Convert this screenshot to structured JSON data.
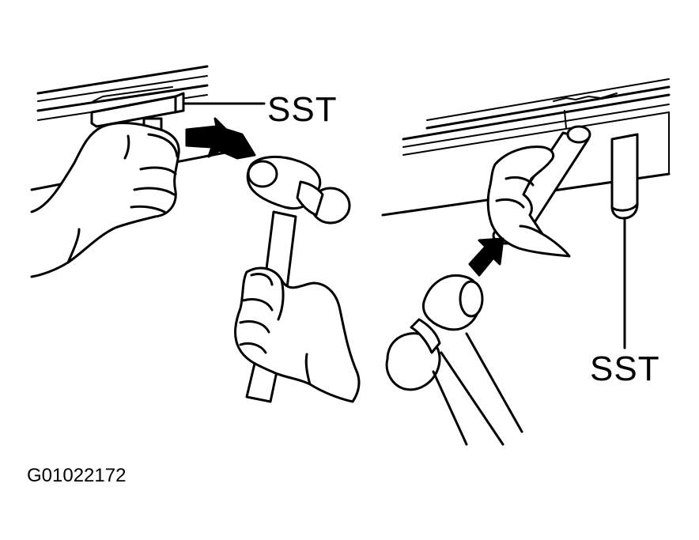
{
  "labels": {
    "sst_left": "SST",
    "sst_right": "SST",
    "figure_code": "G01022172"
  },
  "colors": {
    "ink": "#000000",
    "paper": "#ffffff"
  },
  "icons": {
    "left_arrow": "arrow-right-icon",
    "right_arrow": "arrow-up-right-icon"
  }
}
